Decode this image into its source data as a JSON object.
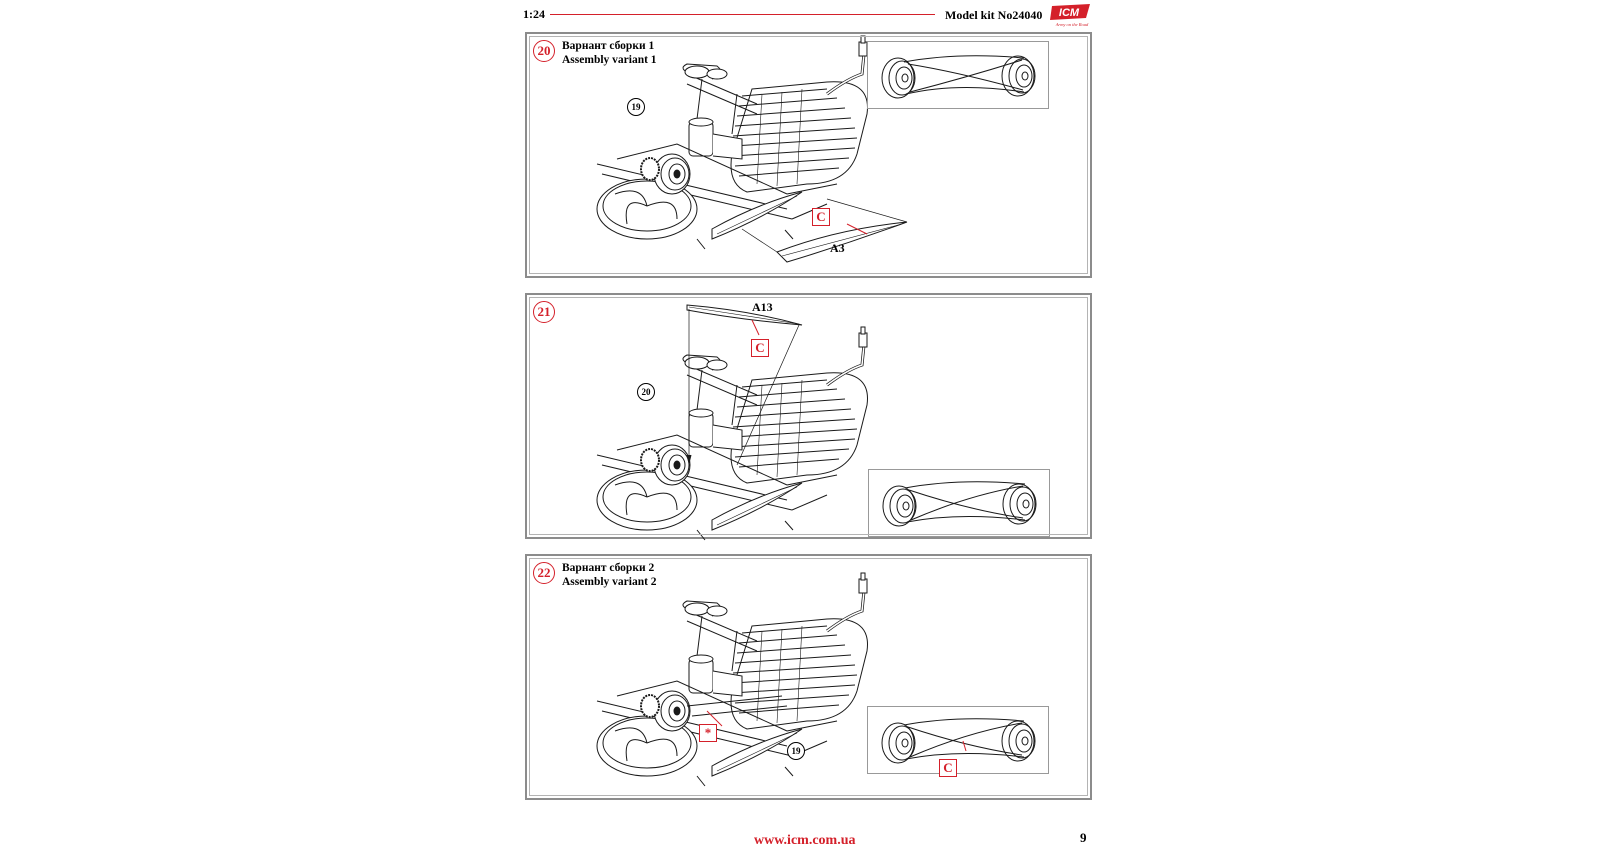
{
  "header": {
    "scale": "1:24",
    "kit": "Model kit No24040",
    "brand": "ICM",
    "brand_tagline": "Army on the Road"
  },
  "steps": [
    {
      "number": "20",
      "title_ru": "Варнант сборки 1",
      "title_en": "Assembly variant 1",
      "ref": "19",
      "code": "C",
      "part": "A3"
    },
    {
      "number": "21",
      "ref": "20",
      "code": "C",
      "part": "A13"
    },
    {
      "number": "22",
      "title_ru": "Варнант сборки 2",
      "title_en": "Assembly variant 2",
      "ref": "19",
      "code": "*",
      "detail_code": "C"
    }
  ],
  "footer": {
    "url": "www.icm.com.ua",
    "page": "9"
  }
}
